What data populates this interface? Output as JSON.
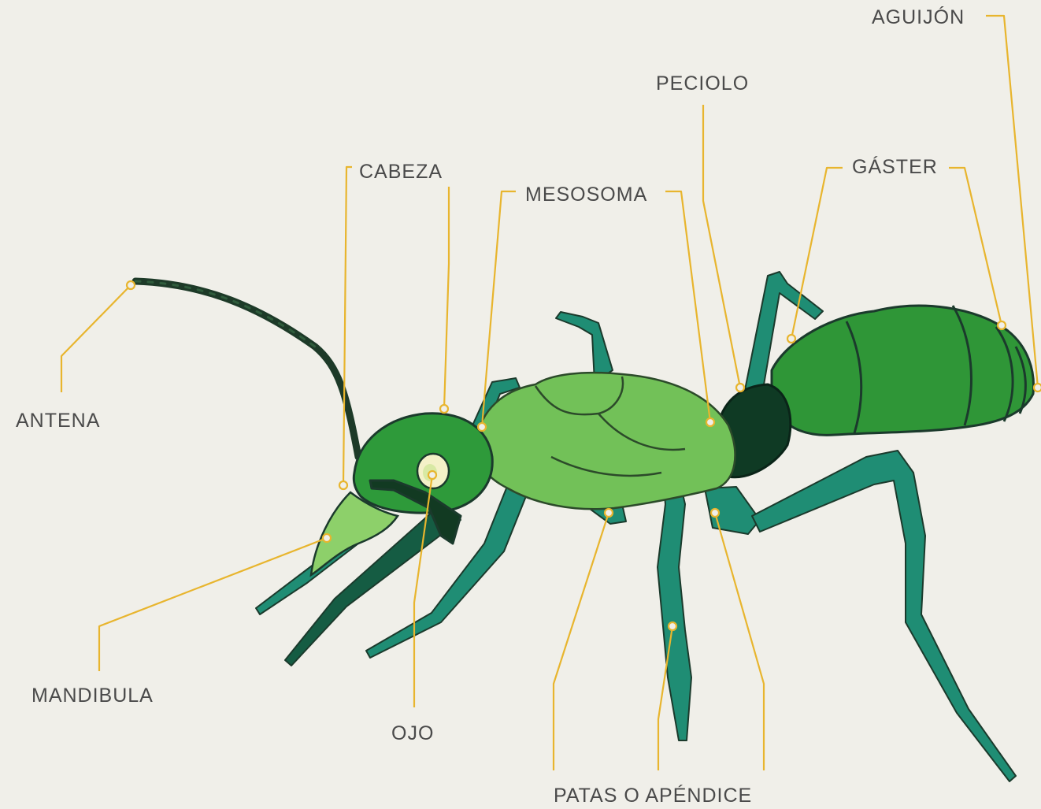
{
  "labels": {
    "aguijon": "AGUIJÓN",
    "peciolo": "PECIOLO",
    "gaster": "GÁSTER",
    "cabeza": "CABEZA",
    "mesosoma": "MESOSOMA",
    "antena": "ANTENA",
    "mandibula": "MANDIBULA",
    "ojo": "OJO",
    "patas": "PATAS O APÉNDICE"
  },
  "colors": {
    "background": "#f0efe9",
    "leader_line": "#e8b52e",
    "label_text": "#4a4a4a",
    "head": "#2e9a3a",
    "mesosoma": "#72c158",
    "gaster": "#2f9637",
    "petiole": "#0f3a24",
    "legs": "#1f8d74",
    "antenna": "#1d3a28"
  }
}
